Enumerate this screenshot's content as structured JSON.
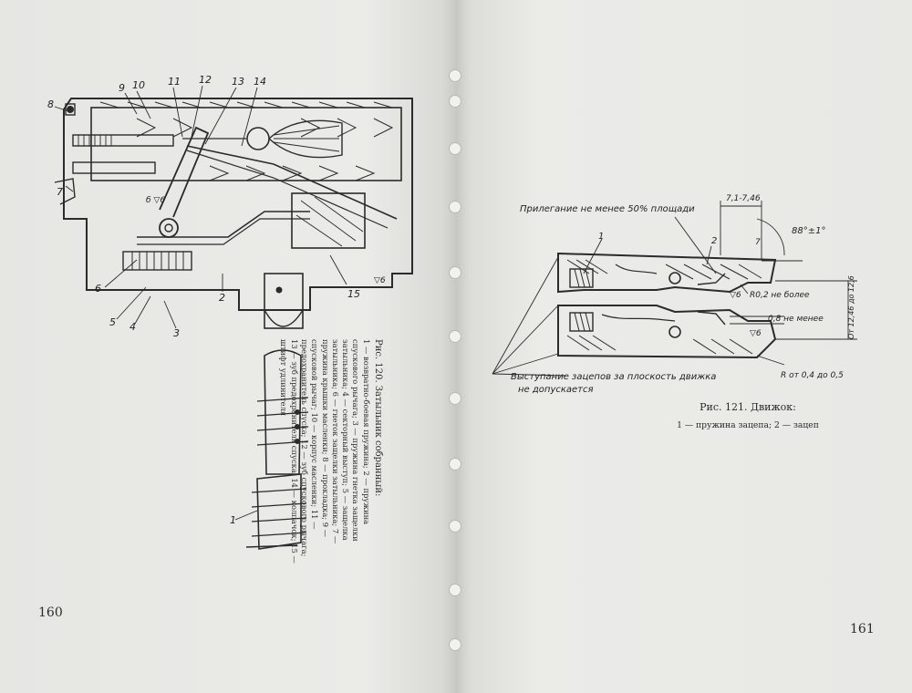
{
  "left_page": {
    "page_number": "160",
    "figure": {
      "caption_title": "Рис. 120. Затыльник собранный:",
      "caption_legend": "1 — возвратно-боевая пружина; 2 — пружина спускового рычага; 3 — пружина гнетка защелки затыльника; 4 — секторный выступ; 5 — защелка затыльника; 6 — гнеток защелки затыльника; 7 — пружина крышки масленки; 8 — прокладка; 9 — спусковой рычаг; 10 — корпус масленки; 11 — предохранитель спуска; 12 — зуб спускового рычага; 13 — зуб предохранителя спуска; 14 — колпачок; 15 — штифт удлинителя",
      "callouts": [
        "8",
        "9",
        "10",
        "11",
        "12",
        "13",
        "14",
        "7",
        "6",
        "5",
        "4",
        "3",
        "2",
        "15",
        "1"
      ],
      "marks": [
        "б ▽6",
        "▽6"
      ]
    }
  },
  "right_page": {
    "page_number": "161",
    "figure": {
      "caption_title": "Рис. 121. Движок:",
      "caption_legend": "1 — пружина зацепа; 2 — зацеп",
      "annotations": {
        "contact": "Прилегание не менее 50% площади",
        "dimension": "7,1-7,46",
        "angle": "88°±1°",
        "roughness_a": "▽6",
        "radius_max": "R0,2 не более",
        "gap": "0,8 не менее",
        "roughness_b": "▽6",
        "radius_range": "R от 0,4 до 0,5",
        "vertical_dim": "От 12,46 до 12,6",
        "tolerance_mark": "7",
        "protrusion_line1": "Выступание зацепов за плоскость движка",
        "protrusion_line2": "не допускается"
      },
      "callouts": [
        "1",
        "2"
      ]
    }
  }
}
